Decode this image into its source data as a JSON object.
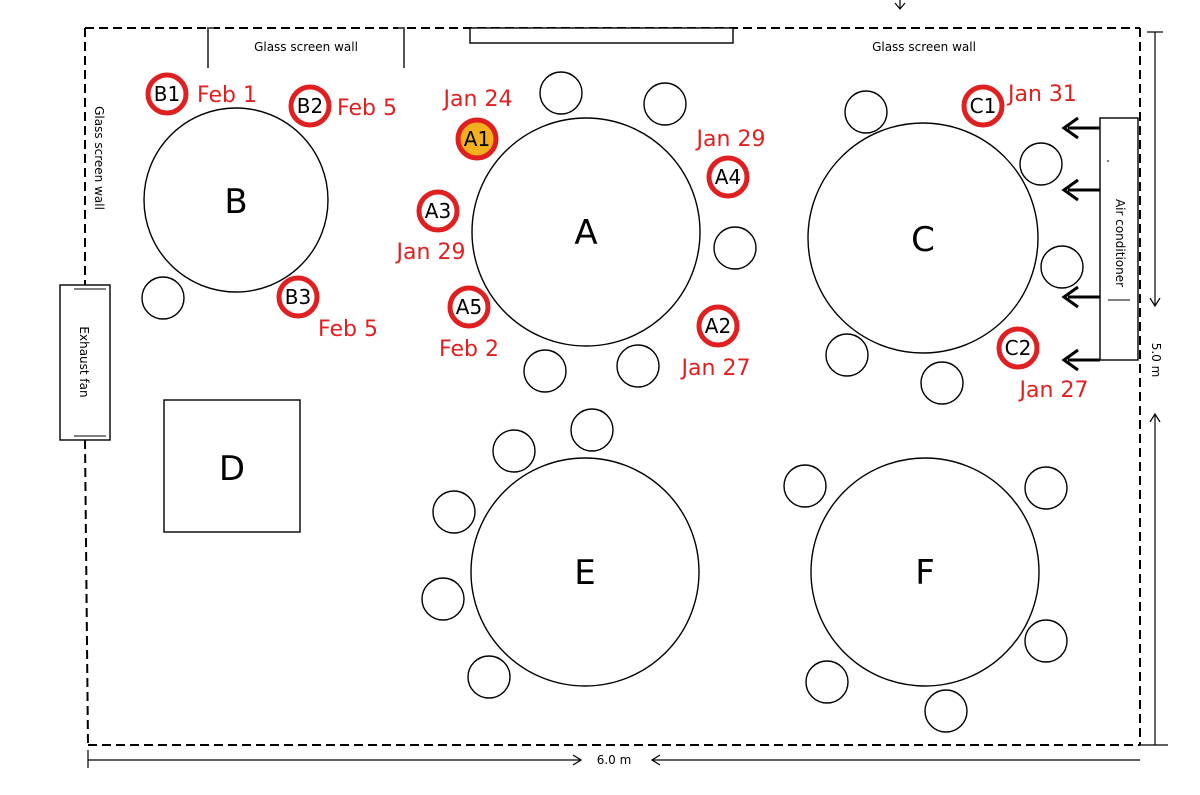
{
  "labels": {
    "glass_wall_top_left": "Glass screen wall",
    "glass_wall_top_right": "Glass screen wall",
    "glass_wall_left": "Glass screen wall",
    "exhaust_fan": "Exhaust fan",
    "air_conditioner": "Air conditioner",
    "dim_width": "6.0 m",
    "dim_height": "5.0 m"
  },
  "tables": {
    "A": "A",
    "B": "B",
    "C": "C",
    "D": "D",
    "E": "E",
    "F": "F"
  },
  "cases": [
    {
      "id": "A1",
      "date": "Jan 24",
      "status": "index"
    },
    {
      "id": "A2",
      "date": "Jan 27",
      "status": "case"
    },
    {
      "id": "A3",
      "date": "Jan 29",
      "status": "case"
    },
    {
      "id": "A4",
      "date": "Jan 29",
      "status": "case"
    },
    {
      "id": "A5",
      "date": "Feb 2",
      "status": "case"
    },
    {
      "id": "B1",
      "date": "Feb 1",
      "status": "case"
    },
    {
      "id": "B2",
      "date": "Feb 5",
      "status": "case"
    },
    {
      "id": "B3",
      "date": "Feb 5",
      "status": "case"
    },
    {
      "id": "C1",
      "date": "Jan 31",
      "status": "case"
    },
    {
      "id": "C2",
      "date": "Jan 27",
      "status": "case"
    }
  ],
  "colors": {
    "case_ring": "#e02020",
    "index_fill": "#f2b01e",
    "date_text": "#e02020"
  }
}
